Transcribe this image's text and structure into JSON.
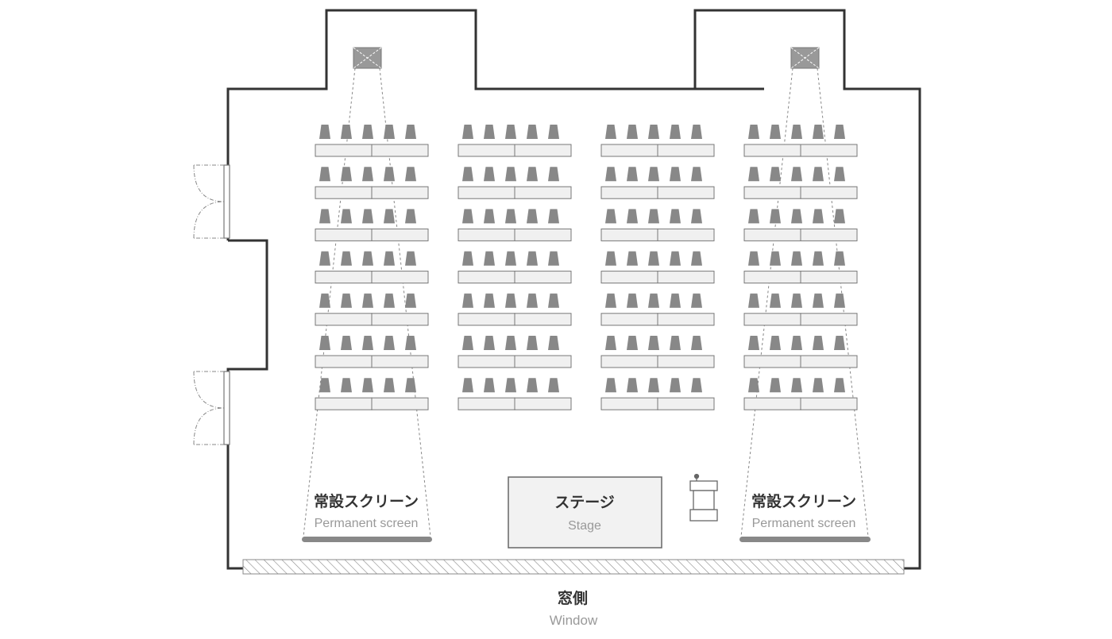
{
  "labels": {
    "screen_left_jp": "常設スクリーン",
    "screen_left_en": "Permanent screen",
    "screen_right_jp": "常設スクリーン",
    "screen_right_en": "Permanent screen",
    "stage_jp": "ステージ",
    "stage_en": "Stage",
    "window_jp": "窓側",
    "window_en": "Window"
  },
  "layout": {
    "table_blocks": 4,
    "rows_per_block": 7,
    "tables_per_row": 2,
    "chairs_per_row": 5,
    "doors": 2,
    "projectors": 2
  },
  "colors": {
    "wall": "#333333",
    "table_fill": "#f0f0f0",
    "table_stroke": "#777777",
    "chair": "#888888",
    "screen": "#888888",
    "stage_fill": "#f2f2f2",
    "stage_stroke": "#666666",
    "beam": "#888888",
    "text_jp": "#333333",
    "text_en": "#999999"
  }
}
